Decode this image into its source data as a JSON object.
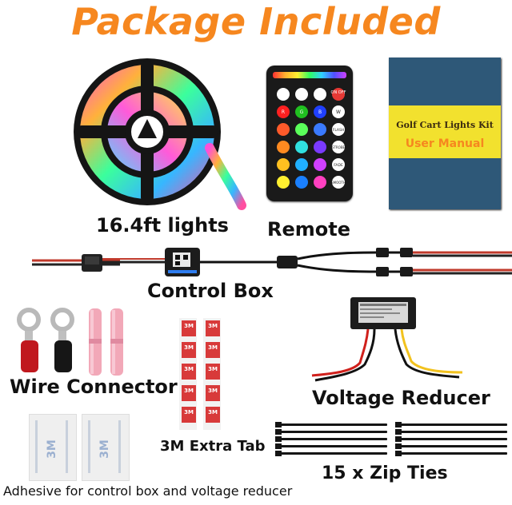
{
  "title": "Package Included",
  "colors": {
    "title": "#F6871F",
    "manual_cover": "#2E5878",
    "manual_band": "#F2E12E",
    "manual_text": "#F6871F"
  },
  "items": {
    "lights": {
      "label": "16.4ft lights"
    },
    "remote": {
      "label": "Remote",
      "buttons": {
        "on_off": "ON OFF",
        "r": "R",
        "g": "G",
        "b": "B",
        "w": "W",
        "flash": "FLASH",
        "strobe": "STROBE",
        "fade": "FADE",
        "smooth": "SMOOTH"
      }
    },
    "manual": {
      "kit_title": "Golf Cart Lights Kit",
      "label": "User Manual"
    },
    "control_box": {
      "label": "Control Box"
    },
    "wire_connector": {
      "label": "Wire Connector"
    },
    "extra_tab": {
      "label": "3M Extra Tab",
      "tab_text": "3M"
    },
    "voltage_reducer": {
      "label": "Voltage Reducer"
    },
    "zip_ties": {
      "label": "15 x Zip Ties"
    },
    "adhesive": {
      "label": "Adhesive for control box and voltage reducer",
      "pad_text": "3M"
    }
  }
}
